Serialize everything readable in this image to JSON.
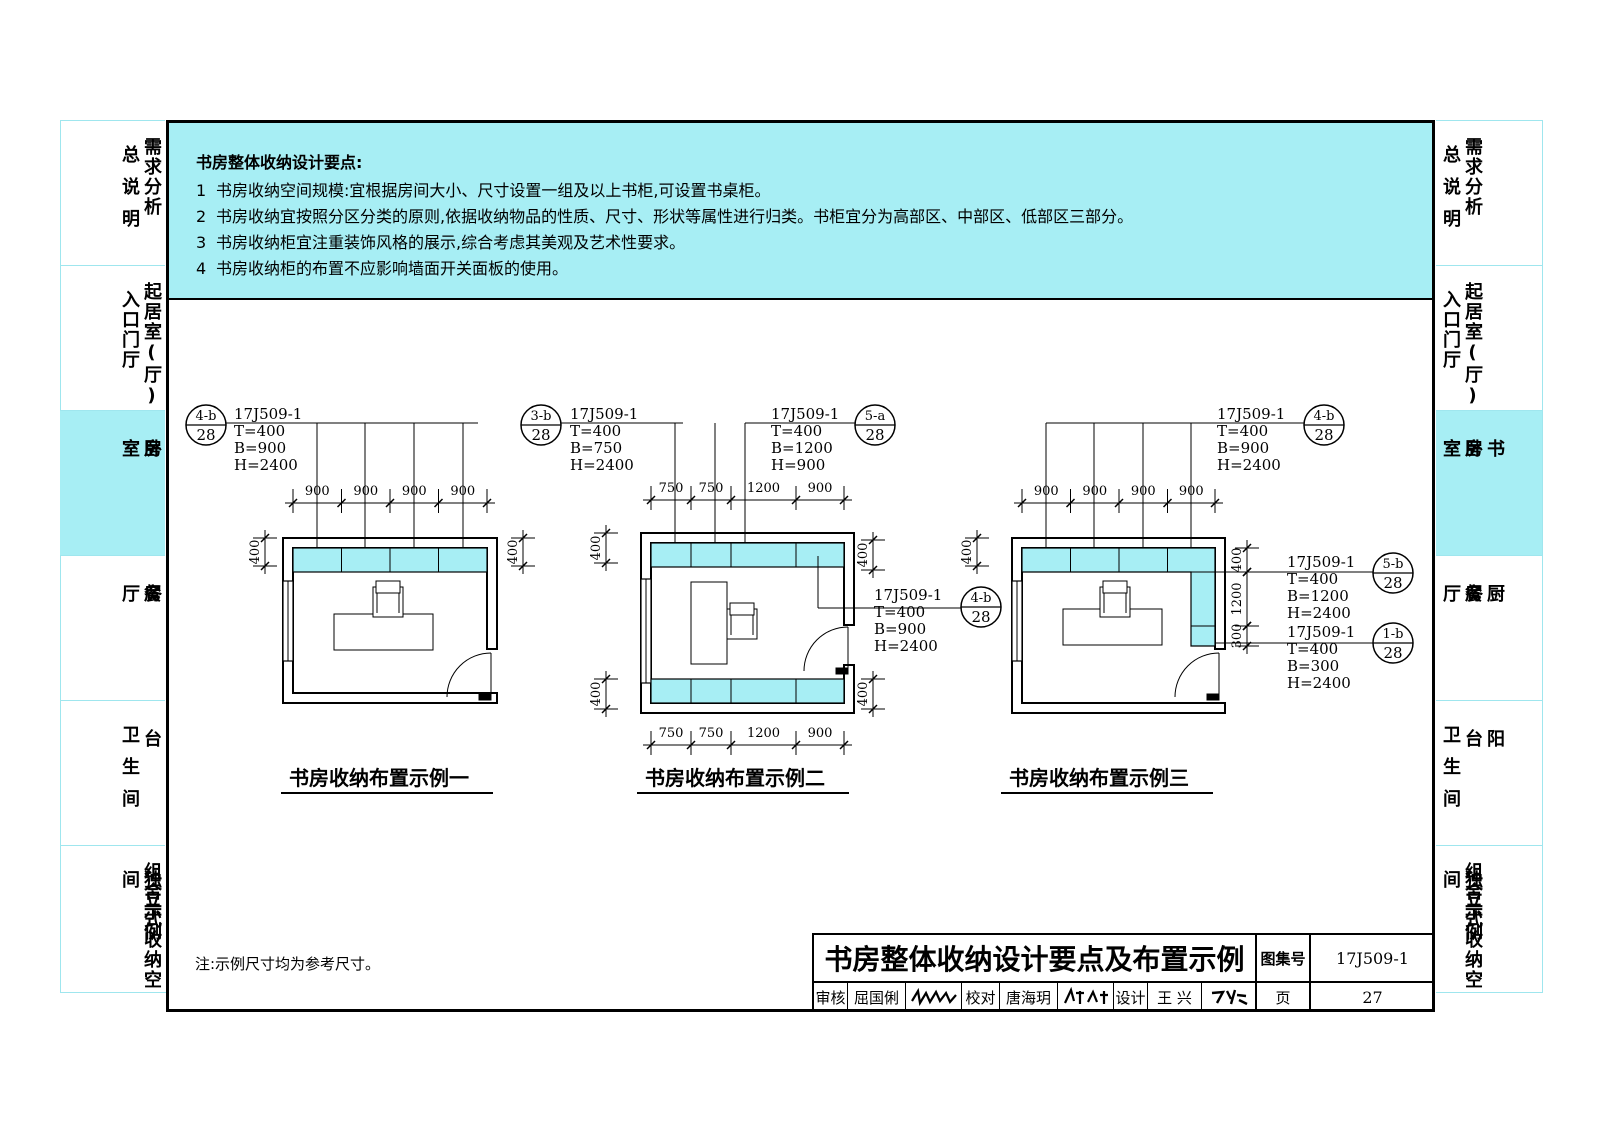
{
  "side_tabs": [
    {
      "col_outer": "总说明",
      "col_inner": "需求分析",
      "active": false
    },
    {
      "col_outer": "入口门厅",
      "col_inner": "起居室(厅)",
      "active": false
    },
    {
      "col_outer": "卧室",
      "col_inner": "书房",
      "active": true
    },
    {
      "col_outer": "餐厅",
      "col_inner": "厨房",
      "active": false
    },
    {
      "col_outer": "卫生间",
      "col_inner": "阳台",
      "active": false
    },
    {
      "col_outer": "独立式收纳空间",
      "col_inner": "组合示例",
      "active": false
    }
  ],
  "notes": {
    "title": "书房整体收纳设计要点:",
    "items": [
      {
        "num": "1",
        "text": "书房收纳空间规模:宜根据房间大小、尺寸设置一组及以上书柜,可设置书桌柜。"
      },
      {
        "num": "2",
        "text": "书房收纳宜按照分区分类的原则,依据收纳物品的性质、尺寸、形状等属性进行归类。书柜宜分为高部区、中部区、低部区三部分。"
      },
      {
        "num": "3",
        "text": "书房收纳柜宜注重装饰风格的展示,综合考虑其美观及艺术性要求。"
      },
      {
        "num": "4",
        "text": "书房收纳柜的布置不应影响墙面开关面板的使用。"
      }
    ]
  },
  "examples": [
    {
      "caption": "书房收纳布置示例一",
      "dims_top": [
        "900",
        "900",
        "900",
        "900"
      ],
      "dims_side": [
        "400",
        "400"
      ],
      "callouts": [
        {
          "top": "4-b",
          "bottom": "28",
          "ref": "17J509-1",
          "specs": [
            "T=400",
            "B=900",
            "H=2400"
          ]
        }
      ]
    },
    {
      "caption": "书房收纳布置示例二",
      "dims_top": [
        "750",
        "750",
        "1200",
        "900"
      ],
      "dims_bottom": [
        "750",
        "750",
        "1200",
        "900"
      ],
      "dims_side": [
        "400",
        "400",
        "400",
        "400"
      ],
      "callouts": [
        {
          "top": "3-b",
          "bottom": "28",
          "ref": "17J509-1",
          "specs": [
            "T=400",
            "B=750",
            "H=2400"
          ]
        },
        {
          "top": "5-a",
          "bottom": "28",
          "ref": "17J509-1",
          "specs": [
            "T=400",
            "B=1200",
            "H=900"
          ]
        },
        {
          "top": "4-b",
          "bottom": "28",
          "ref": "17J509-1",
          "specs": [
            "T=400",
            "B=900",
            "H=2400"
          ]
        }
      ]
    },
    {
      "caption": "书房收纳布置示例三",
      "dims_top": [
        "900",
        "900",
        "900",
        "900"
      ],
      "dims_side": [
        "400",
        "400",
        "1200",
        "300"
      ],
      "callouts": [
        {
          "top": "4-b",
          "bottom": "28",
          "ref": "17J509-1",
          "specs": [
            "T=400",
            "B=900",
            "H=2400"
          ]
        },
        {
          "top": "5-b",
          "bottom": "28",
          "ref": "17J509-1",
          "specs": [
            "T=400",
            "B=1200",
            "H=2400"
          ]
        },
        {
          "top": "1-b",
          "bottom": "28",
          "ref": "17J509-1",
          "specs": [
            "T=400",
            "B=300",
            "H=2400"
          ]
        }
      ]
    }
  ],
  "footnote": "注:示例尺寸均为参考尺寸。",
  "title_block": {
    "title": "书房整体收纳设计要点及布置示例",
    "atlas_label": "图集号",
    "atlas_no": "17J509-1",
    "review_label": "审核",
    "reviewer": "屈国俐",
    "check_label": "校对",
    "checker": "唐海玥",
    "design_label": "设计",
    "designer": "王 兴",
    "page_label": "页",
    "page_no": "27"
  },
  "colors": {
    "accent": "#a7eef4",
    "tab_line": "#9fe6ee",
    "ink": "#000000"
  }
}
